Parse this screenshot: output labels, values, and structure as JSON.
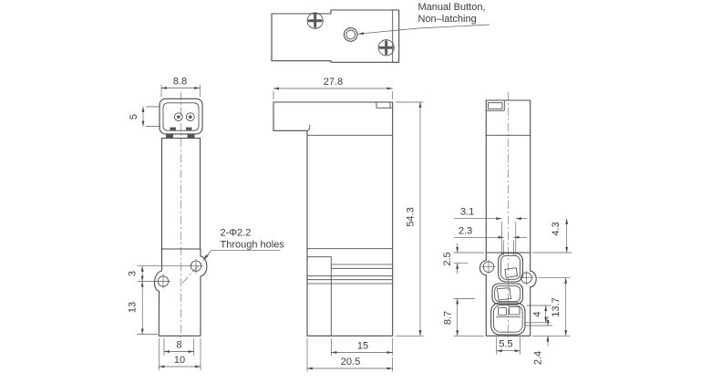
{
  "drawing": {
    "type": "mechanical-dimension-drawing",
    "colors": {
      "line": "#4a4a4a",
      "dim_line": "#5a5a5a",
      "text": "#3b3b3b",
      "background": "#ffffff"
    },
    "top_view": {
      "callout_manual_button_line1": "Manual Button,",
      "callout_manual_button_line2": "Non–latching"
    },
    "left_view": {
      "dim_top_width": "8.8",
      "dim_connector_height": "5",
      "dim_hole_offset": "3",
      "dim_hole_to_bottom": "13",
      "dim_base_inner_width": "8",
      "dim_base_outer_width": "10",
      "callout_holes_line1": "2-Φ2.2",
      "callout_holes_line2": "Through holes"
    },
    "front_view": {
      "dim_top_width": "27.8",
      "dim_overall_height": "54.3",
      "dim_base_step_width": "15",
      "dim_base_width": "20.5"
    },
    "right_view": {
      "dim_slot_outer_width": "3.1",
      "dim_slot_inner_width": "2.3",
      "dim_face_top_offset": "4.3",
      "dim_port_top_offset": "2.5",
      "dim_lower_height": "8.7",
      "dim_port_section_height": "13.7",
      "dim_port_height": "4",
      "dim_port_width": "5.5",
      "dim_bottom_offset": "2.4"
    }
  }
}
